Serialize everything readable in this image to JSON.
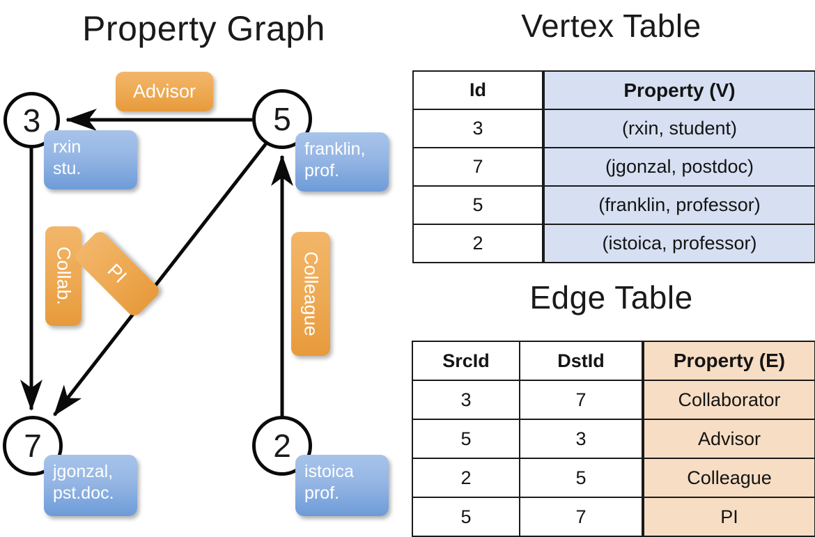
{
  "titles": {
    "property_graph": "Property Graph",
    "vertex_table": "Vertex Table",
    "edge_table": "Edge Table"
  },
  "graph": {
    "nodes": [
      {
        "id": "3",
        "label": "3",
        "property_lines": "rxin\nstu."
      },
      {
        "id": "5",
        "label": "5",
        "property_lines": "franklin,\nprof."
      },
      {
        "id": "7",
        "label": "7",
        "property_lines": "jgonzal,\npst.doc."
      },
      {
        "id": "2",
        "label": "2",
        "property_lines": "istoica\nprof."
      }
    ],
    "node_props": {
      "n3_line1": "rxin",
      "n3_line2": "stu.",
      "n5_line1": "franklin,",
      "n5_line2": "prof.",
      "n7_line1": "jgonzal,",
      "n7_line2": "pst.doc.",
      "n2_line1": "istoica",
      "n2_line2": "prof."
    },
    "edge_labels": {
      "advisor": "Advisor",
      "collab": "Collab.",
      "pi": "PI",
      "colleague": "Colleague"
    },
    "edges": [
      {
        "from": "5",
        "to": "3",
        "label": "Advisor"
      },
      {
        "from": "3",
        "to": "7",
        "label": "Collab."
      },
      {
        "from": "5",
        "to": "7",
        "label": "PI"
      },
      {
        "from": "2",
        "to": "5",
        "label": "Colleague"
      }
    ]
  },
  "vertex_table": {
    "headers": [
      "Id",
      "Property (V)"
    ],
    "rows": [
      {
        "id": "3",
        "property": "(rxin, student)"
      },
      {
        "id": "7",
        "property": "(jgonzal, postdoc)"
      },
      {
        "id": "5",
        "property": "(franklin, professor)"
      },
      {
        "id": "2",
        "property": "(istoica, professor)"
      }
    ]
  },
  "edge_table": {
    "headers": [
      "SrcId",
      "DstId",
      "Property (E)"
    ],
    "rows": [
      {
        "src": "3",
        "dst": "7",
        "property": "Collaborator"
      },
      {
        "src": "5",
        "dst": "3",
        "property": "Advisor"
      },
      {
        "src": "2",
        "dst": "5",
        "property": "Colleague"
      },
      {
        "src": "5",
        "dst": "7",
        "property": "PI"
      }
    ]
  },
  "colors": {
    "vertex_property_fill": "#d6e0f2",
    "edge_property_fill": "#f7ddc3",
    "node_property_box": "#6d9bd8",
    "edge_label_box": "#e79a3c",
    "stroke": "#0a0a0a",
    "background": "#ffffff"
  }
}
